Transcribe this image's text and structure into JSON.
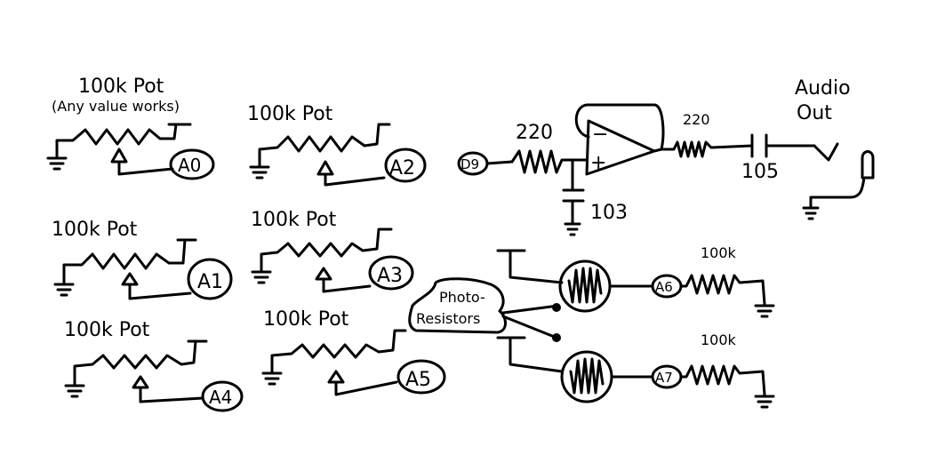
{
  "title": "Arduino synth wiring sketch",
  "colors": {
    "ink": "#000000",
    "paper": "#ffffff"
  },
  "pots": [
    {
      "label": "100k Pot",
      "note": "(Any value works)",
      "pin": "A0"
    },
    {
      "label": "100k Pot",
      "pin": "A1"
    },
    {
      "label": "100k Pot",
      "pin": "A4"
    },
    {
      "label": "100k Pot",
      "pin": "A2"
    },
    {
      "label": "100k Pot",
      "pin": "A3"
    },
    {
      "label": "100k Pot",
      "pin": "A5"
    }
  ],
  "audio_stage": {
    "input_pin": "D9",
    "input_resistor": "220",
    "filter_cap": "103",
    "opamp_minus": "−",
    "opamp_plus": "+",
    "output_resistor": "220",
    "coupling_cap": "105",
    "output_label_line1": "Audio",
    "output_label_line2": "Out"
  },
  "photoresistors": {
    "callout_line1": "Photo-",
    "callout_line2": "Resistors",
    "items": [
      {
        "pin": "A6",
        "pulldown": "100k"
      },
      {
        "pin": "A7",
        "pulldown": "100k"
      }
    ]
  }
}
